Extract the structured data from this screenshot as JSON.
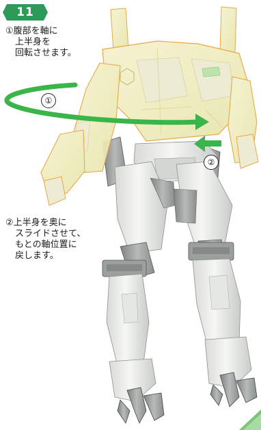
{
  "step": {
    "number": "11",
    "color": "#2e9a5a"
  },
  "instructions": [
    {
      "lines": [
        "①腹部を軸に",
        "上半身を",
        "回転させます。"
      ]
    },
    {
      "lines": [
        "②上半身を奥に",
        "スライドさせて、",
        "もとの軸位置に",
        "戻します。"
      ]
    }
  ],
  "callouts": {
    "rotate": "①",
    "slide": "②"
  },
  "colors": {
    "arrow": "#39b54a",
    "upper_body_ghost": "#f2f0c4",
    "upper_body_outline": "#e8a23a",
    "armor_white": "#f1f2ef",
    "armor_grey": "#a5a9a8",
    "armor_dark": "#6b6f6f"
  },
  "icons": [
    "rotation-arrow-icon",
    "slide-arrow-icon"
  ]
}
